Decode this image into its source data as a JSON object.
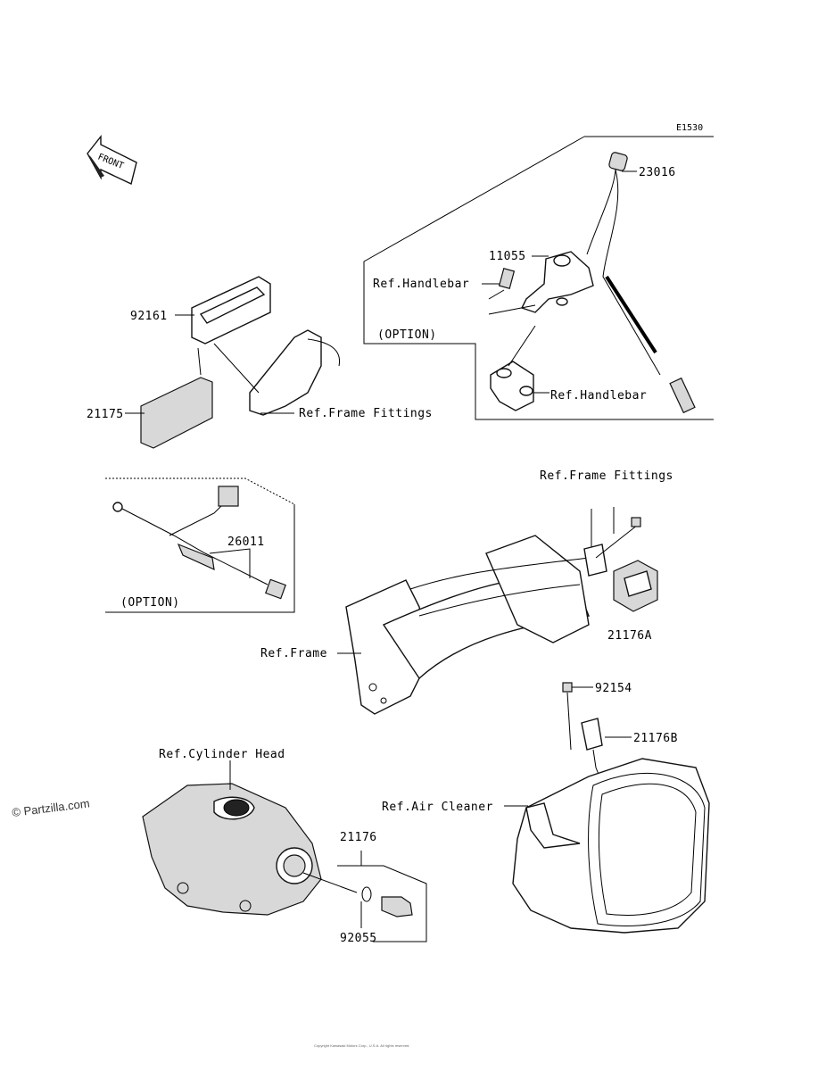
{
  "diagram_code": "E1530",
  "front_label": "FRONT",
  "watermark": "© Partzilla.com",
  "footer_text": "Copyright Kawasaki Motors Corp., U.S.A. All rights reserved.",
  "option_label_top": "(OPTION)",
  "option_label_left": "(OPTION)",
  "parts": {
    "p23016": "23016",
    "p11055": "11055",
    "p92161": "92161",
    "p21175": "21175",
    "p26011": "26011",
    "p21176A": "21176A",
    "p92154": "92154",
    "p21176B": "21176B",
    "p21176": "21176",
    "p92055": "92055"
  },
  "refs": {
    "handlebar_upper": "Ref.Handlebar",
    "handlebar_lower": "Ref.Handlebar",
    "frame_fittings_left": "Ref.Frame Fittings",
    "frame_fittings_right": "Ref.Frame Fittings",
    "frame": "Ref.Frame",
    "cylinder_head": "Ref.Cylinder Head",
    "air_cleaner": "Ref.Air Cleaner"
  }
}
